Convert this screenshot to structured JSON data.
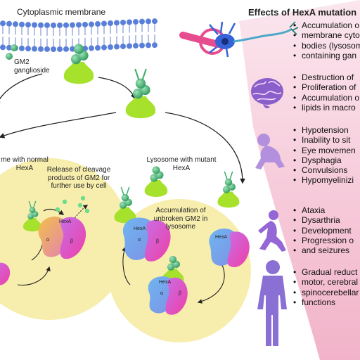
{
  "membrane_label": "Cytoplasmic membrane",
  "gm2_label": "GM2\nganglioside",
  "effects_title": "Effects of HexA mutation",
  "lysosome_normal_label": "me with normal\nHexA",
  "lysosome_mutant_label": "Lysosome with mutant\nHexA",
  "release_label": "Release of cleavage\nproducts of GM2 for\nfurther use by cell",
  "accumulation_label": "Accumulation of\nunbroken GM2 in\nlysosome",
  "enzyme_label": "HexA",
  "subunit_alpha": "α",
  "subunit_beta": "β",
  "effects_groups": [
    {
      "icon": "neuron-icon",
      "items": [
        "Accumulation o",
        "membrane cyto",
        "bodies (lysosom",
        "containing gan"
      ]
    },
    {
      "icon": "brain-icon",
      "items": [
        "Destruction of",
        "Proliferation of",
        "Accumulation o",
        "lipids in macro"
      ]
    },
    {
      "icon": "infant-icon",
      "items": [
        "Hypotension",
        "Inability to sit",
        "Eye movemen",
        "Dysphagia",
        "Convulsions",
        "Hypomyelinizi"
      ]
    },
    {
      "icon": "running-child-icon",
      "items": [
        "Ataxia",
        "Dysarthria",
        "Development",
        "Progression o",
        "and seizures"
      ]
    },
    {
      "icon": "adult-figure-icon",
      "items": [
        "Gradual reduct",
        "motor, cerebral",
        "spinocerebellar",
        "functions"
      ]
    }
  ],
  "colors": {
    "membrane_head": "#5a7fd8",
    "lysosome": "#f7eeae",
    "gm2_green": "#a6e12c",
    "gm2_spheres": "#3fae6e",
    "enzyme_alpha": "#5fa0e8",
    "enzyme_beta": "#e356b8",
    "band": "#f6c9d8",
    "human_figure": "#8e6ad1"
  }
}
